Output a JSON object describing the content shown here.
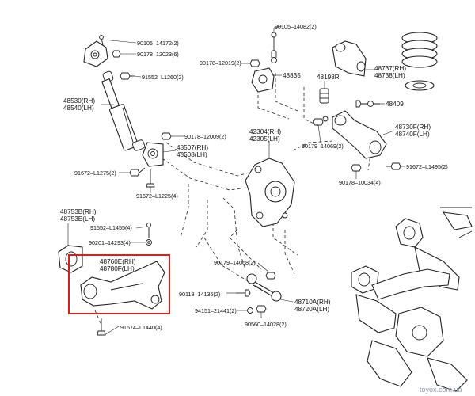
{
  "labels": {
    "p90105_14172": "90105–14172(2)",
    "p90178_12023": "90178–12023(6)",
    "p91552_L1260": "91552–L1260(2)",
    "p48530": "48530(RH)",
    "p48540": "48540(LH)",
    "p90178_12009": "90178–12009(2)",
    "p48507": "48507(RH)",
    "p48508": "48508(LH)",
    "p91672_L1275": "91672–L1275(2)",
    "p91672_L1225": "91672–L1225(4)",
    "p90105_14082": "90105–14082(2)",
    "p90178_12019": "90178–12019(2)",
    "p48835": "48835",
    "p48198R": "48198R",
    "p48737": "48737(RH)",
    "p48738": "48738(LH)",
    "p48409": "48409",
    "p48730F": "48730F(RH)",
    "p48740F": "48740F(LH)",
    "p42304": "42304(RH)",
    "p42305": "42305(LH)",
    "p90179_14069": "90179–14069(2)",
    "p91672_L1495": "91672–L1495(2)",
    "p90178_10034": "90178–10034(4)",
    "p48753B": "48753B(RH)",
    "p48753E": "48753E(LH)",
    "p91552_L1455": "91552–L1455(4)",
    "p90201_14293": "90201–14293(4)",
    "p48760E": "48760E(RH)",
    "p48780F": "48780F(LH)",
    "p90179_14068": "90179–14068(2)",
    "p90119_14136": "90119–14136(2)",
    "p94151_21441": "94151–21441(2)",
    "p90560_14028": "90560–14028(2)",
    "p48710A": "48710A(RH)",
    "p48720A": "48720A(LH)",
    "p91674_L1440": "91674–L1440(4)"
  },
  "watermark": "toyox.com.ua",
  "highlight_color": "#d62020"
}
